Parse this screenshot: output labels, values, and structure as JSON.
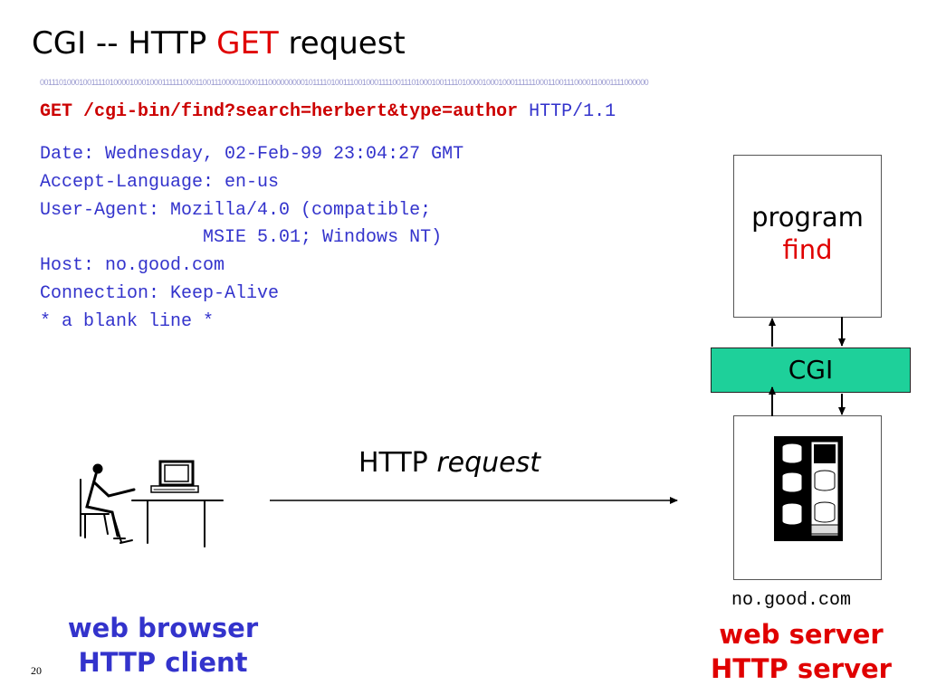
{
  "title": {
    "prefix": "CGI -- HTTP ",
    "highlight": "GET",
    "suffix": " request"
  },
  "binary_strip": "0011101000100111101000010001000111111000110011100001100011100000000010111101001110010001111001110100010011110100001000100011111100011001110000110001111000000",
  "request_line": {
    "method_path": "GET /cgi-bin/find?search=herbert&type=author",
    "version": " HTTP/1.1"
  },
  "headers": [
    "Date: Wednesday, 02-Feb-99 23:04:27 GMT",
    "Accept-Language: en-us",
    "User-Agent: Mozilla/4.0 (compatible;",
    "               MSIE 5.01; Windows NT)",
    "Host: no.good.com",
    "Connection: Keep-Alive",
    "* a blank line *"
  ],
  "program_box": {
    "line1": "program",
    "line2": "find"
  },
  "cgi_label": "CGI",
  "http_request_label": {
    "plain": "HTTP ",
    "italic": "request"
  },
  "host_label": "no.good.com",
  "server_label": {
    "line1": "web server",
    "line2": "HTTP server"
  },
  "client_label": {
    "line1": "web browser",
    "line2": "HTTP client"
  },
  "page_number": "20",
  "colors": {
    "red": "#e00000",
    "blue": "#3333cc",
    "cgi_green": "#1ed09a"
  }
}
